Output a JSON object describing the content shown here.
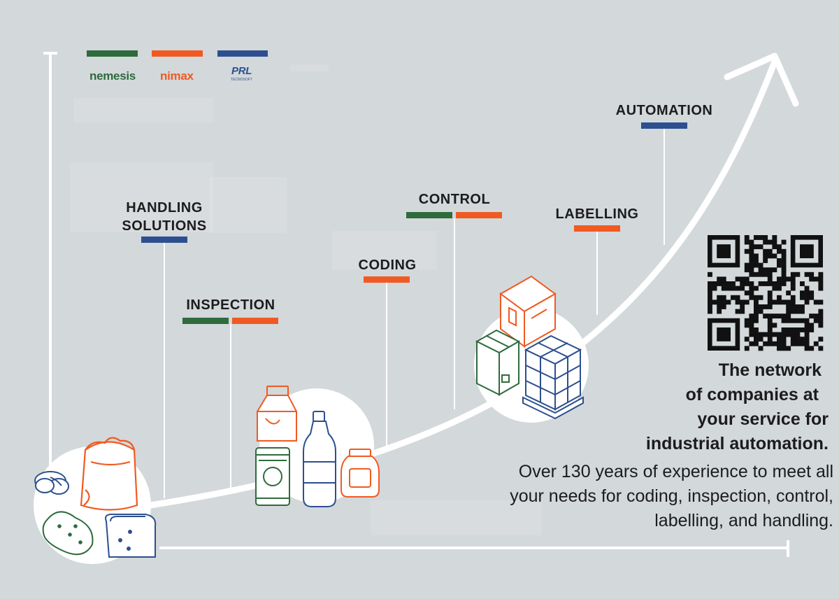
{
  "colors": {
    "background": "#d3d8db",
    "green": "#2e6b3d",
    "orange": "#f05a22",
    "blue": "#2d4f8f",
    "curve": "#ffffff",
    "icon_orange": "#f05a22",
    "icon_green": "#2e6b3d",
    "icon_blue": "#2d4f8f"
  },
  "logos": {
    "nemesis": "nemesis",
    "nimax": "nimax",
    "prl": "PRL",
    "prl_sub": "TECNOSOFT"
  },
  "stages": {
    "handling": [
      "HANDLING",
      "SOLUTIONS"
    ],
    "inspection": "INSPECTION",
    "coding": "CODING",
    "control": "CONTROL",
    "labelling": "LABELLING",
    "automation": "AUTOMATION"
  },
  "tagline": [
    "The network",
    "of companies at",
    "your service for",
    "industrial automation."
  ],
  "description": [
    "Over 130 years of experience to meet all",
    "your needs for coding, inspection, control,",
    "labelling, and handling."
  ],
  "icons": [
    "beans-icon",
    "flour-sack-icon",
    "potato-icon",
    "bread-icon",
    "milk-carton-icon",
    "can-icon",
    "bottle-icon",
    "jar-icon",
    "open-box-icon",
    "closed-box-icon",
    "pallet-icon",
    "qr-code-icon"
  ]
}
